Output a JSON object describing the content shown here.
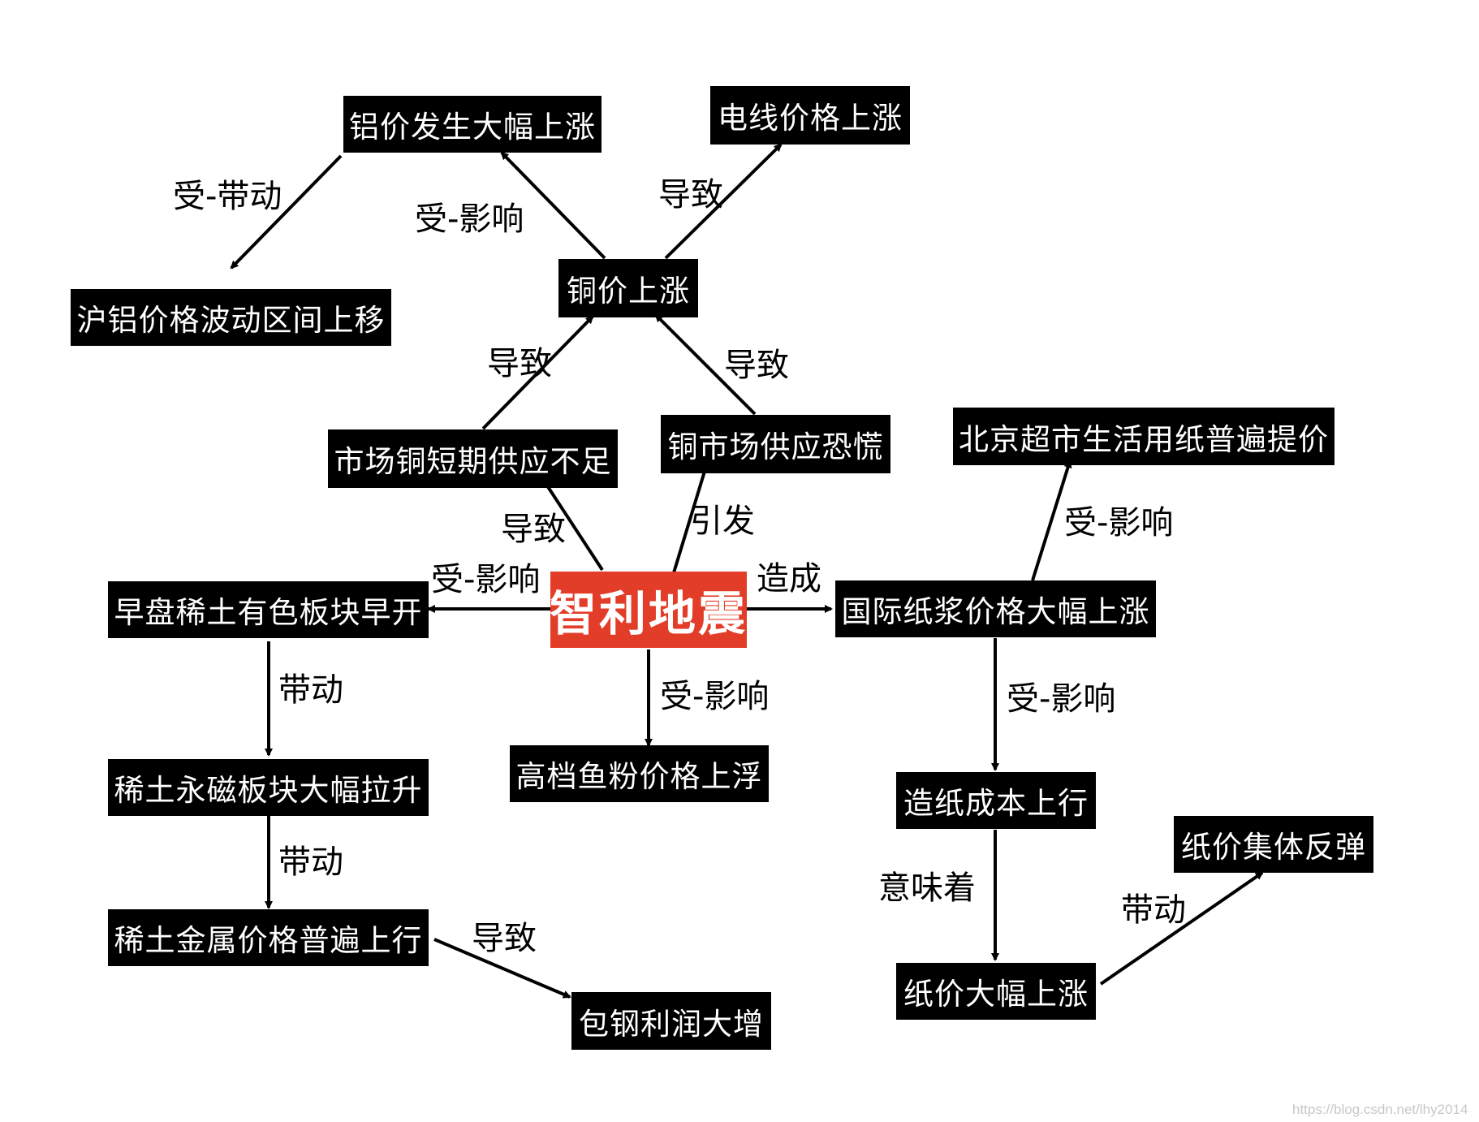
{
  "nodes": {
    "center": "智利地震",
    "aluminum_rise": "铝价发生大幅上涨",
    "wire_price": "电线价格上涨",
    "shanghai_al": "沪铝价格波动区间上移",
    "copper_rise": "铜价上涨",
    "copper_short": "市场铜短期供应不足",
    "copper_panic": "铜市场供应恐慌",
    "beijing_paper": "北京超市生活用纸普遍提价",
    "rare_earth_open": "早盘稀土有色板块早开",
    "pulp_price": "国际纸浆价格大幅上涨",
    "magnet_rise": "稀土永磁板块大幅拉升",
    "fishmeal": "高档鱼粉价格上浮",
    "paper_cost": "造纸成本上行",
    "rare_metal": "稀土金属价格普遍上行",
    "paper_group": "纸价集体反弹",
    "baogang": "包钢利润大增",
    "paper_rise": "纸价大幅上涨"
  },
  "edge_labels": {
    "al_to_shanghai": "受-带动",
    "copper_to_al": "受-影响",
    "copper_to_wire": "导致",
    "short_to_copper": "导致",
    "panic_to_copper": "导致",
    "center_to_short": "导致",
    "center_to_panic": "引发",
    "center_to_rare": "受-影响",
    "center_to_pulp": "造成",
    "pulp_to_beijing": "受-影响",
    "center_to_fish": "受-影响",
    "pulp_to_cost": "受-影响",
    "rare_to_magnet": "带动",
    "magnet_to_metal": "带动",
    "cost_to_paper": "意味着",
    "paper_to_group": "带动",
    "metal_to_baogang": "导致"
  },
  "watermark": "https://blog.csdn.net/lhy2014",
  "colors": {
    "node_bg": "#000000",
    "center_bg": "#e23d28",
    "text_on_node": "#ffffff",
    "arrow": "#000000"
  }
}
